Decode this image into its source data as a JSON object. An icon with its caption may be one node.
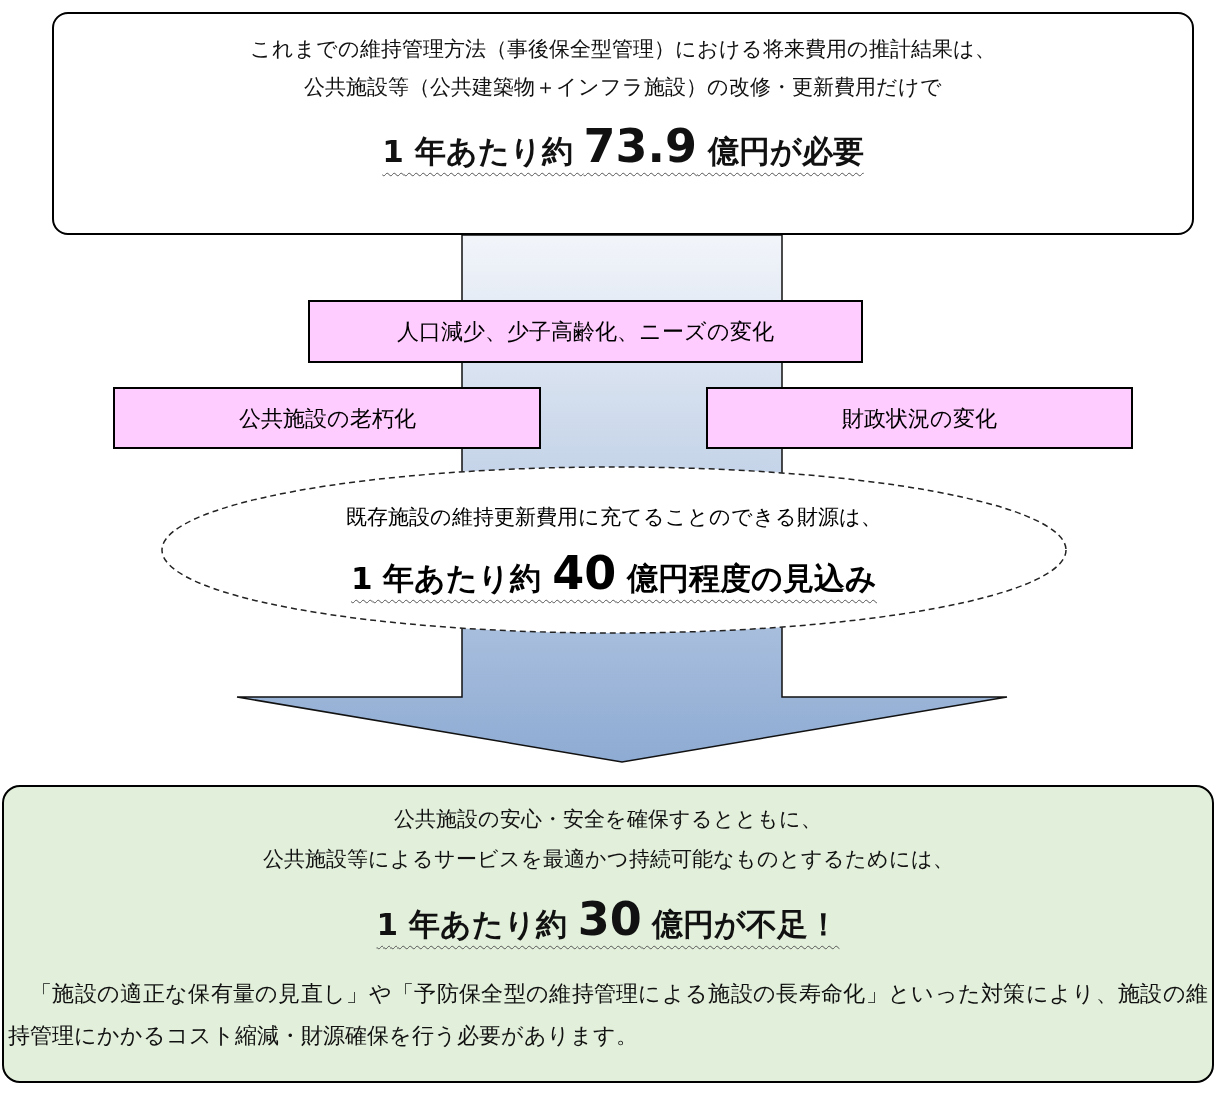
{
  "diagram": {
    "nodes": [
      {
        "text": [
          "これまでの維持管理方法（事後保全型管理）における将来費用の推計結果は、",
          "公共施設等（公共建築物＋インフラ施設）の改修・更新費用だけで",
          "1 年あたり約 73.9 億円が必要"
        ]
      },
      {
        "text": [
          "人口減少、少子高齢化、ニーズの変化"
        ]
      },
      {
        "text": [
          "公共施設の老朽化"
        ]
      },
      {
        "text": [
          "財政状況の変化"
        ]
      },
      {
        "text": [
          "既存施設の維持更新費用に充てることのできる財源は、",
          "1 年あたり約 40 億円程度の見込み"
        ]
      },
      {
        "text": [
          "公共施設の安心・安全を確保するとともに、",
          "公共施設等によるサービスを最適かつ持続可能なものとするためには、",
          "1 年あたり約 30 億円が不足！",
          "「施設の適正な保有量の見直し」や「予防保全型の維持管理による施設の長寿命化」といった対策により、施設の維持管理にかかるコスト縮減・財源確保を行う必要があります。"
        ]
      }
    ],
    "edges": [
      {
        "from": 0,
        "to": 5,
        "arrow": "to"
      }
    ]
  }
}
